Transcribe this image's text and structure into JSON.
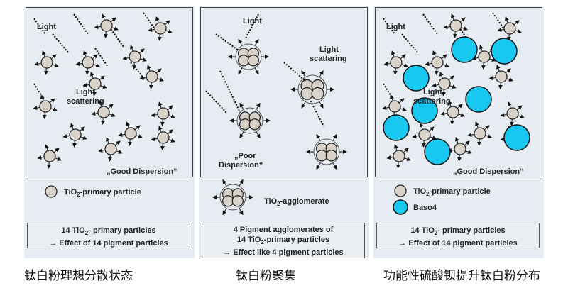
{
  "panels": [
    {
      "light": "Light",
      "scatter1": "Light",
      "scatter2": "scattering",
      "dispersion": "„Good Dispersion“",
      "legend1_pre": "TiO",
      "legend1_sub": "2",
      "legend1_post": "-primary particle",
      "summary_l1_pre": "14 TiO",
      "summary_l1_sub": "2",
      "summary_l1_post": "- primary particles",
      "summary_l2": "→ Effect of 14 pigment particles"
    },
    {
      "light": "Light",
      "scatter1": "Light",
      "scatter2": "scattering",
      "dispersion1": "„Poor",
      "dispersion2": "Dispersion“",
      "legend1_pre": "TiO",
      "legend1_sub": "2",
      "legend1_post": "-agglomerate",
      "summary_l1": "4 Pigment agglomerates of",
      "summary_l2_pre": "14 TiO",
      "summary_l2_sub": "2",
      "summary_l2_post": "-primary particles",
      "summary_l3": "→ Effect like 4 pigment particles"
    },
    {
      "light": "Light",
      "scatter1": "Light",
      "scatter2": "scattering",
      "dispersion": "„Good Dispersion“",
      "legend1_pre": "TiO",
      "legend1_sub": "2",
      "legend1_post": "-primary particle",
      "legend2": "Baso4",
      "summary_l1_pre": "14 TiO",
      "summary_l1_sub": "2",
      "summary_l1_post": "- primary particles",
      "summary_l2": "→ Effect of 14 pigment particles"
    }
  ],
  "captions": [
    "钛白粉理想分散状态",
    "钛白粉聚集",
    "功能性硫酸钡提升钛白粉分布"
  ],
  "colors": {
    "tio2": "#d8d2c8",
    "baso4": "#19c8f0",
    "background": "#e6ecf2"
  }
}
